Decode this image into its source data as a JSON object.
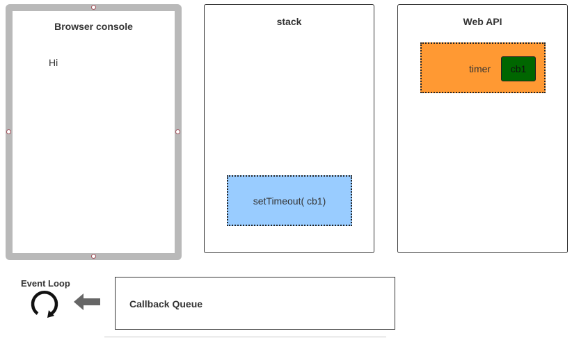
{
  "console": {
    "title": "Browser console",
    "output": "Hi"
  },
  "stack": {
    "title": "stack",
    "frame": "setTimeout( cb1)"
  },
  "webapi": {
    "title": "Web API",
    "timer_label": "timer",
    "callback_label": "cb1"
  },
  "event_loop": {
    "label": "Event Loop",
    "icon": "refresh-icon",
    "arrow_icon": "arrow-left-icon"
  },
  "callback_queue": {
    "label": "Callback Queue"
  },
  "colors": {
    "stack_frame": "#99ccff",
    "timer_box": "#ff9933",
    "callback_box": "#006600",
    "selection_border": "#b9b9b9",
    "arrow": "#666666"
  }
}
